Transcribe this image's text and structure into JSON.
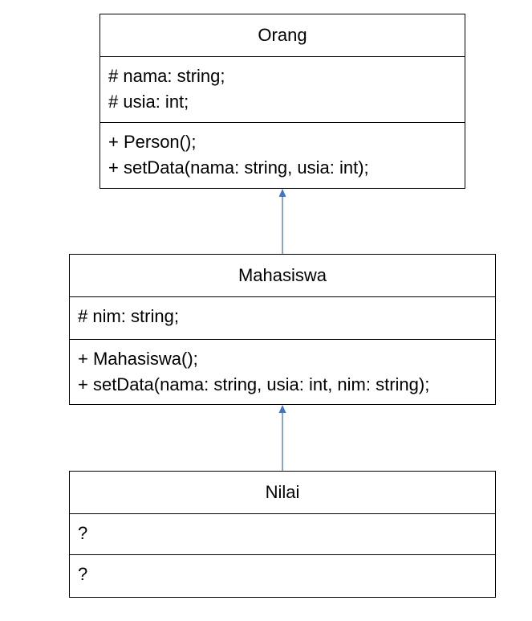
{
  "colors": {
    "border": "#000000",
    "arrow": "#4472c4",
    "background": "#ffffff"
  },
  "classes": {
    "orang": {
      "name": "Orang",
      "attributes": [
        "# nama: string;",
        "# usia: int;"
      ],
      "methods": [
        "+ Person();",
        "+ setData(nama: string, usia: int);"
      ]
    },
    "mahasiswa": {
      "name": "Mahasiswa",
      "attributes": [
        "# nim: string;"
      ],
      "methods": [
        "+ Mahasiswa();",
        "+ setData(nama: string, usia: int, nim: string);"
      ]
    },
    "nilai": {
      "name": "Nilai",
      "attributes": [
        "?"
      ],
      "methods": [
        "?"
      ]
    }
  },
  "relationships": [
    {
      "type": "inheritance",
      "from": "Mahasiswa",
      "to": "Orang"
    },
    {
      "type": "inheritance",
      "from": "Nilai",
      "to": "Mahasiswa"
    }
  ]
}
